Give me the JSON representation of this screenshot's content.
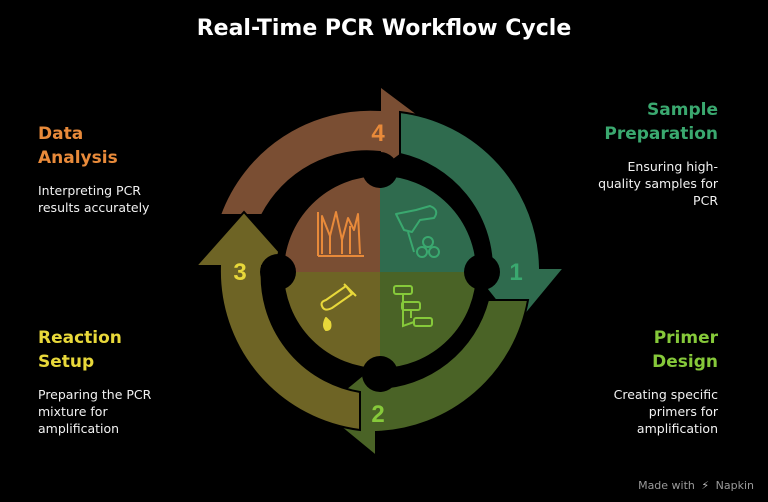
{
  "title": "Real-Time PCR Workflow Cycle",
  "steps": [
    {
      "number": "1",
      "heading": [
        "Sample",
        "Preparation"
      ],
      "description": [
        "Ensuring high-",
        "quality samples for",
        "PCR"
      ],
      "color": "#3aa86f",
      "arc_color": "#2f6b4e",
      "icon": "pipette-beaker-icon"
    },
    {
      "number": "2",
      "heading": [
        "Primer",
        "Design"
      ],
      "description": [
        "Creating specific",
        "primers for",
        "amplification"
      ],
      "color": "#86c93a",
      "arc_color": "#4a6326",
      "icon": "flowchart-icon"
    },
    {
      "number": "3",
      "heading": [
        "Reaction",
        "Setup"
      ],
      "description": [
        "Preparing the PCR",
        "mixture for",
        "amplification"
      ],
      "color": "#e8d83a",
      "arc_color": "#6e6425",
      "icon": "test-tube-icon"
    },
    {
      "number": "4",
      "heading": [
        "Data",
        "Analysis"
      ],
      "description": [
        "Interpreting PCR",
        "results accurately"
      ],
      "color": "#e88a3a",
      "arc_color": "#7a4e33",
      "icon": "chart-icon"
    }
  ],
  "watermark": {
    "made_with": "Made with",
    "brand": "Napkin"
  }
}
